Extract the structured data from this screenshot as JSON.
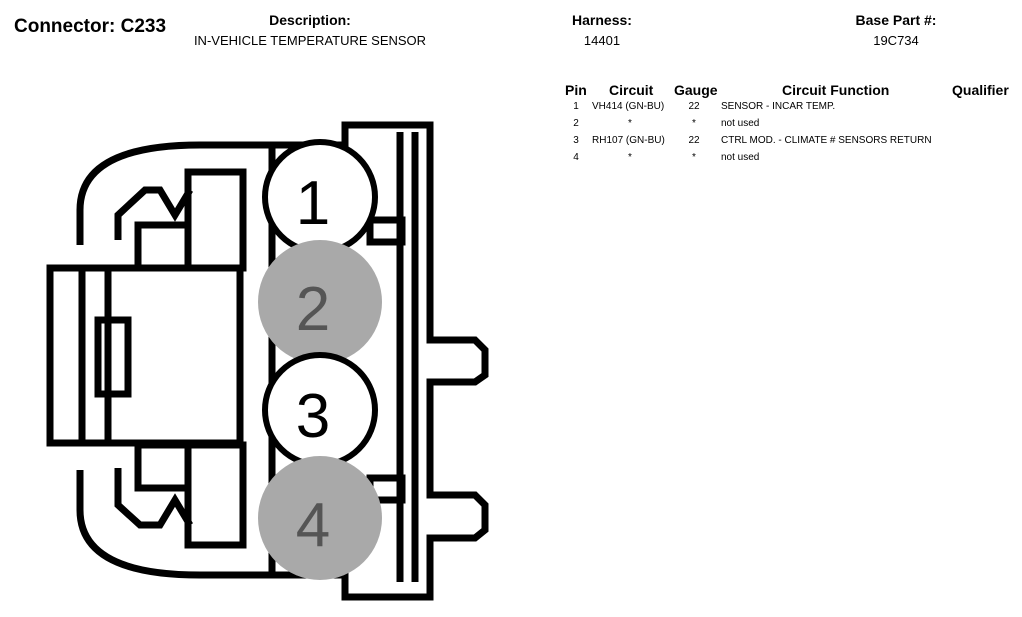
{
  "connector": {
    "label": "Connector: C233"
  },
  "header": {
    "description_label": "Description:",
    "description_value": "IN-VEHICLE TEMPERATURE SENSOR",
    "harness_label": "Harness:",
    "harness_value": "14401",
    "base_part_label": "Base Part #:",
    "base_part_value": "19C734"
  },
  "table": {
    "columns": [
      "Pin",
      "Circuit",
      "Gauge",
      "Circuit Function",
      "Qualifier"
    ],
    "rows": [
      {
        "pin": "1",
        "circuit": "VH414 (GN-BU)",
        "gauge": "22",
        "function": "SENSOR - INCAR TEMP.",
        "qualifier": ""
      },
      {
        "pin": "2",
        "circuit": "*",
        "gauge": "*",
        "function": "not used",
        "qualifier": ""
      },
      {
        "pin": "3",
        "circuit": "RH107 (GN-BU)",
        "gauge": "22",
        "function": "CTRL MOD. - CLIMATE # SENSORS RETURN",
        "qualifier": ""
      },
      {
        "pin": "4",
        "circuit": "*",
        "gauge": "*",
        "function": "not used",
        "qualifier": ""
      }
    ]
  },
  "diagram": {
    "pins": [
      {
        "label": "1",
        "state": "used"
      },
      {
        "label": "2",
        "state": "unused"
      },
      {
        "label": "3",
        "state": "used"
      },
      {
        "label": "4",
        "state": "unused"
      }
    ],
    "colors": {
      "outline": "#000000",
      "used_fill": "#ffffff",
      "unused_fill": "#a9a9a9",
      "unused_text": "#555555"
    }
  }
}
